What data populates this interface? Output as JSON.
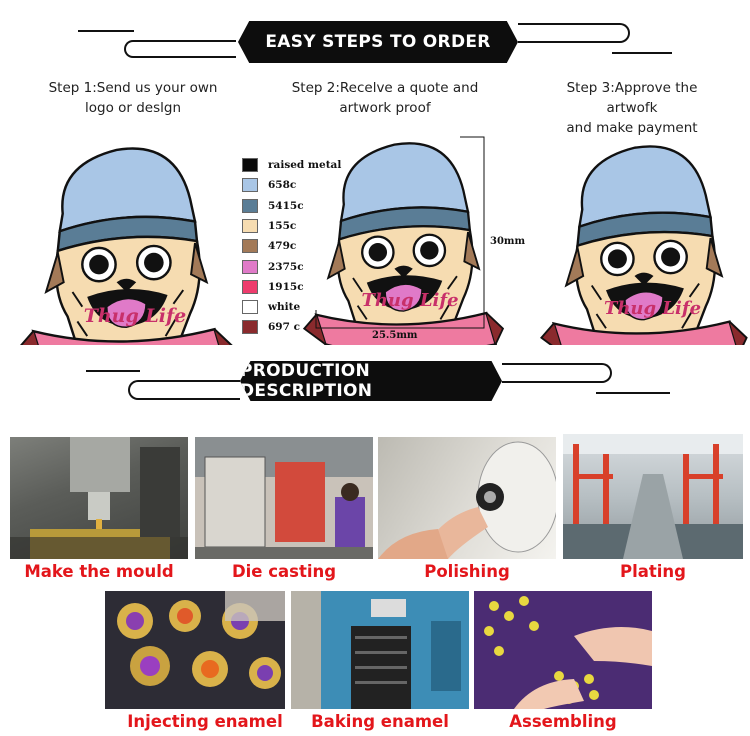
{
  "banners": {
    "order_title": "EASY STEPS TO ORDER",
    "production_title": "PRODUCTION DESCRIPTION"
  },
  "steps": [
    {
      "line1": "Step 1:Send us your own",
      "line2": "logo or deslgn"
    },
    {
      "line1": "Step  2:Recelve a quote and",
      "line2": "artwork proof"
    },
    {
      "line1": "Step  3:Approve the artwofk",
      "line2": "and make payment"
    }
  ],
  "pin_text": "Thug Life",
  "legend": [
    {
      "label": "raised metal",
      "color": "#0a0a0a"
    },
    {
      "label": "658c",
      "color": "#a9c6e6"
    },
    {
      "label": "5415c",
      "color": "#5a7d96"
    },
    {
      "label": "155c",
      "color": "#f6dcb1"
    },
    {
      "label": "479c",
      "color": "#a37a58"
    },
    {
      "label": "2375c",
      "color": "#e07ac8"
    },
    {
      "label": "1915c",
      "color": "#ee3c6d"
    },
    {
      "label": "white",
      "color": "#ffffff"
    },
    {
      "label": "697 c",
      "color": "#8a2a2d"
    }
  ],
  "dimensions": {
    "height": "30mm",
    "width": "25.5mm"
  },
  "production": [
    {
      "caption": "Make the mould",
      "icon": "cnc-machine-icon"
    },
    {
      "caption": "Die casting",
      "icon": "casting-machine-icon"
    },
    {
      "caption": "Polishing",
      "icon": "polishing-wheel-icon"
    },
    {
      "caption": "Plating",
      "icon": "plating-line-icon"
    },
    {
      "caption": "Injecting enamel",
      "icon": "enamel-pins-icon"
    },
    {
      "caption": "Baking enamel",
      "icon": "oven-icon"
    },
    {
      "caption": "Assembling",
      "icon": "assembly-icon"
    }
  ],
  "colors": {
    "caption_red": "#e3161b",
    "banner_black": "#0d0d0d"
  }
}
